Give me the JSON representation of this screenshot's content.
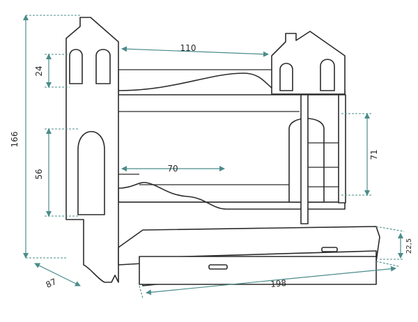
{
  "dimensions": {
    "top_bed_length": "110",
    "bottom_bed_length": "70",
    "total_length": "198",
    "total_height": "166",
    "depth": "87",
    "window_height": "24",
    "arch_height": "56",
    "ladder_height": "71",
    "drawer_height": "22,5"
  },
  "colors": {
    "outline": "#2b2b2b",
    "dimension_line": "#4a8c8a"
  }
}
